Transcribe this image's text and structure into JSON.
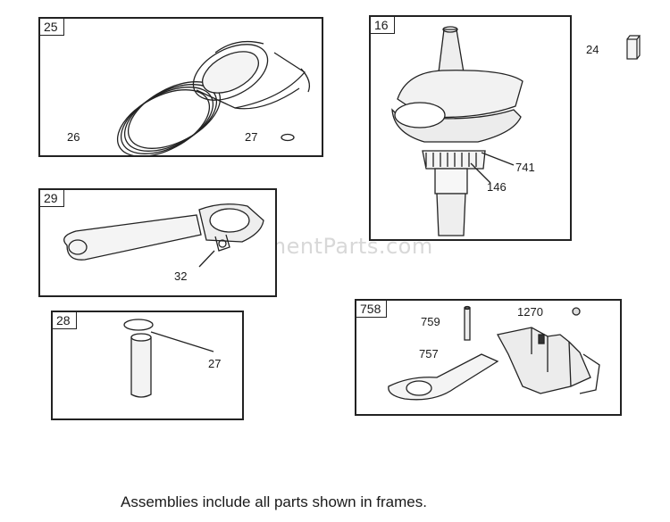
{
  "watermark": "eReplacementParts.com",
  "footer_note": "Assemblies include all parts shown in frames.",
  "frames": {
    "f25": {
      "tag": "25",
      "labels": {
        "a": "26",
        "b": "27"
      }
    },
    "f16": {
      "tag": "16",
      "labels": {
        "a": "741",
        "b": "146"
      }
    },
    "f29": {
      "tag": "29",
      "labels": {
        "a": "32"
      }
    },
    "f28": {
      "tag": "28",
      "labels": {
        "a": "27"
      }
    },
    "f758": {
      "tag": "758",
      "labels": {
        "a": "759",
        "b": "1270",
        "c": "757"
      }
    }
  },
  "loose_part": {
    "label": "24"
  }
}
